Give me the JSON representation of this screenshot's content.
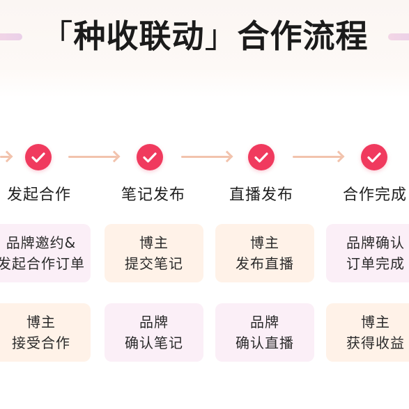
{
  "header": {
    "title_main": "种收联动",
    "title_suffix": "合作流程",
    "bracket_open": "「",
    "bracket_close": "」"
  },
  "steps": [
    {
      "label": "发起合作"
    },
    {
      "label": "笔记发布"
    },
    {
      "label": "直播发布"
    },
    {
      "label": "合作完成"
    }
  ],
  "cards_row1": [
    {
      "line1": "品牌邀约&",
      "line2": "发起合作订单"
    },
    {
      "line1": "博主",
      "line2": "提交笔记"
    },
    {
      "line1": "博主",
      "line2": "发布直播"
    },
    {
      "line1": "品牌确认",
      "line2": "订单完成"
    }
  ],
  "cards_row2": [
    {
      "line1": "博主",
      "line2": "接受合作"
    },
    {
      "line1": "品牌",
      "line2": "确认笔记"
    },
    {
      "line1": "品牌",
      "line2": "确认直播"
    },
    {
      "line1": "博主",
      "line2": "获得收益"
    }
  ],
  "colors": {
    "accent": "#f03a5e",
    "arrow": "#f2c3ad",
    "card_peach": "#fff2e8",
    "card_pink": "#fbeff7"
  },
  "icons": {
    "step_check": "check-circle-icon",
    "connector": "arrow-right-icon"
  }
}
